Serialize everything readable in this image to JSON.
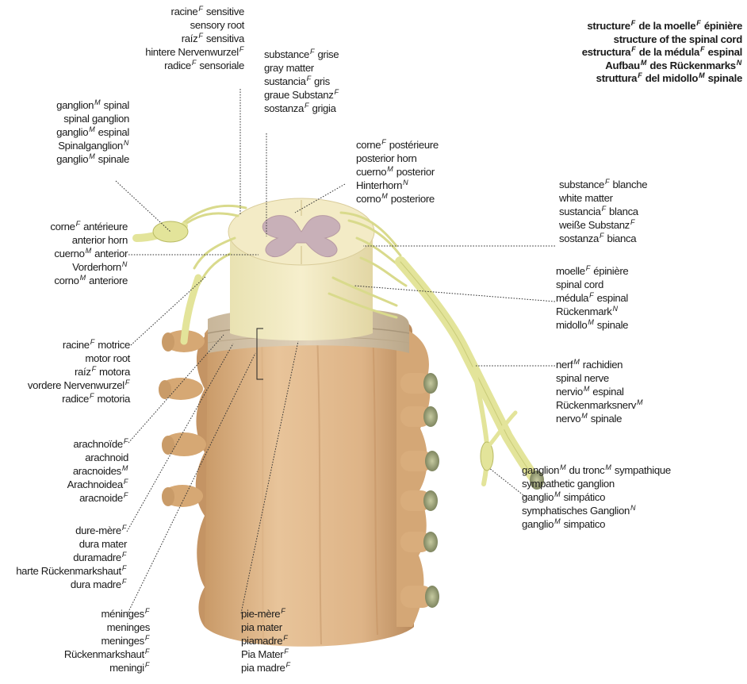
{
  "title": {
    "lines": [
      "structure<sup>F</sup> de la moelle<sup>F</sup> épinière",
      "structure of the spinal cord",
      "estructura<sup>F</sup> de la médula<sup>F</sup> espinal",
      "Aufbau<sup>M</sup> des Rückenmarks<sup>N</sup>",
      "struttura<sup>F</sup> del midollo<sup>M</sup> spinale"
    ]
  },
  "labels": {
    "sensory_root": [
      "racine<sup>F</sup> sensitive",
      "sensory root",
      "raíz<sup>F</sup> sensitiva",
      "hintere Nervenwurzel<sup>F</sup>",
      "radice<sup>F</sup> sensoriale"
    ],
    "gray_matter": [
      "substance<sup>F</sup> grise",
      "gray matter",
      "sustancia<sup>F</sup> gris",
      "graue Substanz<sup>F</sup>",
      "sostanza<sup>F</sup> grigia"
    ],
    "spinal_ganglion": [
      "ganglion<sup>M</sup> spinal",
      "spinal ganglion",
      "ganglio<sup>M</sup> espinal",
      "Spinalganglion<sup>N</sup>",
      "ganglio<sup>M</sup> spinale"
    ],
    "posterior_horn": [
      "corne<sup>F</sup> postérieure",
      "posterior horn",
      "cuerno<sup>M</sup> posterior",
      "Hinterhorn<sup>N</sup>",
      "corno<sup>M</sup> posteriore"
    ],
    "white_matter": [
      "substance<sup>F</sup> blanche",
      "white matter",
      "sustancia<sup>F</sup> blanca",
      "weiße Substanz<sup>F</sup>",
      "sostanza<sup>F</sup> bianca"
    ],
    "anterior_horn": [
      "corne<sup>F</sup> antérieure",
      "anterior horn",
      "cuerno<sup>M</sup> anterior",
      "Vorderhorn<sup>N</sup>",
      "corno<sup>M</sup> anteriore"
    ],
    "spinal_cord": [
      "moelle<sup>F</sup> épinière",
      "spinal cord",
      "médula<sup>F</sup> espinal",
      "Rückenmark<sup>N</sup>",
      "midollo<sup>M</sup> spinale"
    ],
    "motor_root": [
      "racine<sup>F</sup> motrice",
      "motor root",
      "raíz<sup>F</sup> motora",
      "vordere Nervenwurzel<sup>F</sup>",
      "radice<sup>F</sup> motoria"
    ],
    "spinal_nerve": [
      "nerf<sup>M</sup> rachidien",
      "spinal nerve",
      "nervio<sup>M</sup> espinal",
      "Rückenmarksnerv<sup>M</sup>",
      "nervo<sup>M</sup> spinale"
    ],
    "arachnoid": [
      "arachnoïde<sup>F</sup>",
      "arachnoid",
      "aracnoides<sup>M</sup>",
      "Arachnoidea<sup>F</sup>",
      "aracnoide<sup>F</sup>"
    ],
    "sympathetic_ganglion": [
      "ganglion<sup>M</sup> du tronc<sup>M</sup> sympathique",
      "sympathetic ganglion",
      "ganglio<sup>M</sup> simpático",
      "symphatisches Ganglion<sup>N</sup>",
      "ganglio<sup>M</sup> simpatico"
    ],
    "dura_mater": [
      "dure-mère<sup>F</sup>",
      "dura mater",
      "duramadre<sup>F</sup>",
      "harte Rückenmarkshaut<sup>F</sup>",
      "dura madre<sup>F</sup>"
    ],
    "meninges": [
      "méninges<sup>F</sup>",
      "meninges",
      "meninges<sup>F</sup>",
      "Rückenmarkshaut<sup>F</sup>",
      "meningi<sup>F</sup>"
    ],
    "pia_mater": [
      "pie-mère<sup>F</sup>",
      "pia mater",
      "piamadre<sup>F</sup>",
      "Pia Mater<sup>F</sup>",
      "pia madre<sup>F</sup>"
    ]
  },
  "colors": {
    "tissue": "#e8c49a",
    "tissue_dark": "#c79a6c",
    "white_matter": "#f4ecc4",
    "gray_matter": "#c8b0b8",
    "nerve": "#e3e49a",
    "nerve_dark": "#b8ba62",
    "membrane": "#d8c9b2",
    "cut_end": "#9aa07a"
  }
}
